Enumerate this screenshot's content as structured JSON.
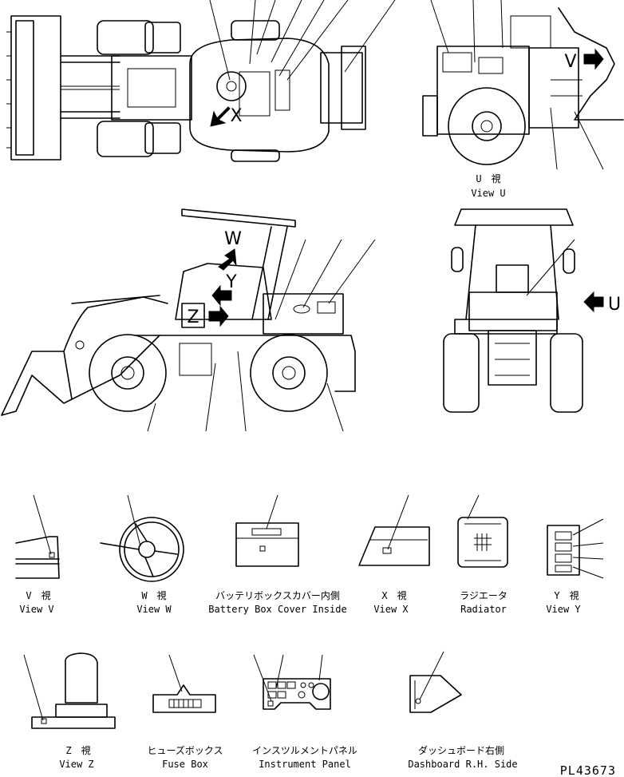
{
  "arrow_letters": {
    "x": "X",
    "v": "V",
    "w": "W",
    "y": "Y",
    "z": "Z",
    "u": "U"
  },
  "captions": {
    "view_u_jp": "U　視",
    "view_u_en": "View U",
    "view_v_jp": "V　視",
    "view_v_en": "View V",
    "view_w_jp": "W　視",
    "view_w_en": "View W",
    "battery_jp": "バッテリボックスカバー内側",
    "battery_en": "Battery Box Cover Inside",
    "view_x_jp": "X　視",
    "view_x_en": "View X",
    "radiator_jp": "ラジエータ",
    "radiator_en": "Radiator",
    "view_y_jp": "Y　視",
    "view_y_en": "View Y",
    "view_z_jp": "Z　視",
    "view_z_en": "View Z",
    "fuse_jp": "ヒューズボックス",
    "fuse_en": "Fuse Box",
    "panel_jp": "インスツルメントパネル",
    "panel_en": "Instrument Panel",
    "dash_jp": "ダッシュボード右側",
    "dash_en": "Dashboard R.H. Side"
  },
  "drawing_code": "PL43673"
}
